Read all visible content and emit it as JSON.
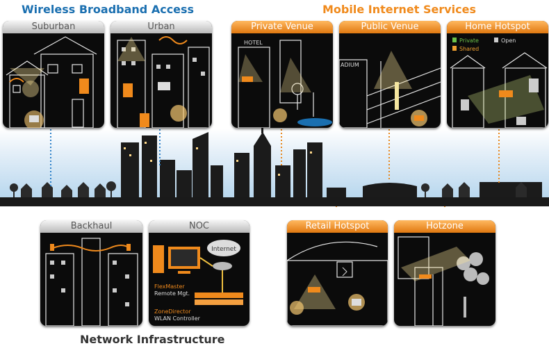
{
  "headings": {
    "wireless": "Wireless Broadband Access",
    "mobile": "Mobile Internet Services",
    "infrastructure": "Network Infrastructure"
  },
  "panels": {
    "suburban": "Suburban",
    "urban": "Urban",
    "private_venue": "Private Venue",
    "public_venue": "Public Venue",
    "home_hotspot": "Home Hotspot",
    "backhaul": "Backhaul",
    "noc": "NOC",
    "retail_hotspot": "Retail Hotspot",
    "hotzone": "Hotzone"
  },
  "labels": {
    "hotel": "HOTEL",
    "stadium": "ADIUM",
    "private": "Private",
    "shared": "Shared",
    "open": "Open",
    "internet": "Internet",
    "flexmaster_brand": "FlexMaster",
    "flexmaster_desc": "Remote Mgt.",
    "zonedirector_brand": "ZoneDirector",
    "zonedirector_desc": "WLAN Controller"
  },
  "colors": {
    "wireless_blue": "#1a6fb0",
    "mobile_orange": "#f08a1c",
    "dark_text": "#333333",
    "connector_blue": "#2a7fc9",
    "connector_orange": "#e8861a",
    "private_green": "#6cc24a",
    "shared_orange": "#f0a030"
  }
}
